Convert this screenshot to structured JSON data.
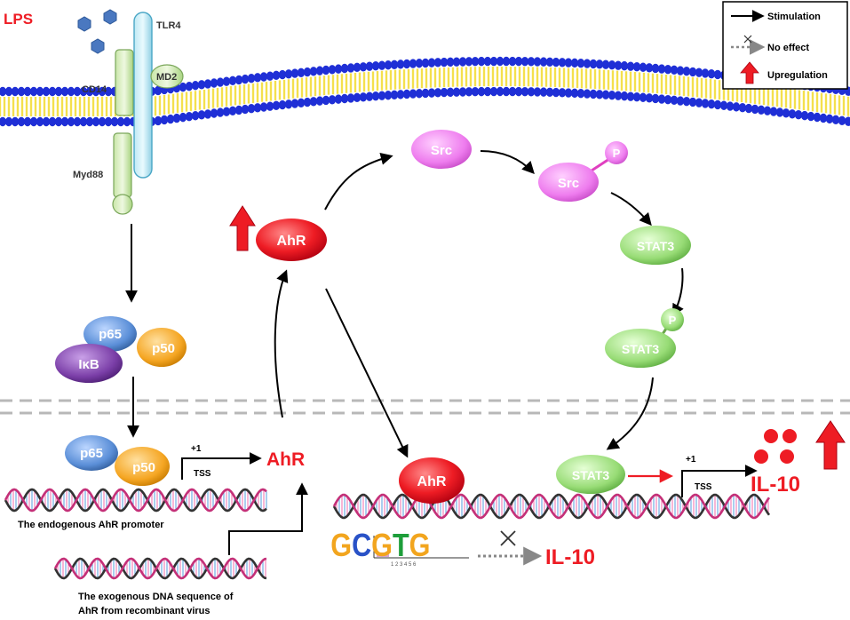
{
  "labels": {
    "lps": "LPS",
    "tlr4": "TLR4",
    "md2": "MD2",
    "cd14": "CD14",
    "myd88": "Myd88",
    "p65": "p65",
    "p50": "p50",
    "ikb": "IκB",
    "ahr": "AhR",
    "src": "Src",
    "p": "P",
    "stat3": "STAT3",
    "il10": "IL-10",
    "plus1": "+1",
    "tss": "TSS",
    "endogenous_promoter": "The endogenous AhR promoter",
    "exogenous_line1": "The exogenous DNA sequence of",
    "exogenous_line2": "AhR from recombinant virus",
    "motif": "GCGTG"
  },
  "legend": {
    "stimulation": "Stimulation",
    "no_effect": "No effect",
    "upregulation": "Upregulation"
  },
  "colors": {
    "red": "#ee1c24",
    "membrane_blue": "#1f2fd6",
    "membrane_yellow": "#f4e04d",
    "src_pink": "#f07cf0",
    "stat3_green": "#9ee07a",
    "p65_blue": "#5b8fd8",
    "p50_orange": "#f5a623",
    "ikb_purple": "#7b3fa8"
  }
}
